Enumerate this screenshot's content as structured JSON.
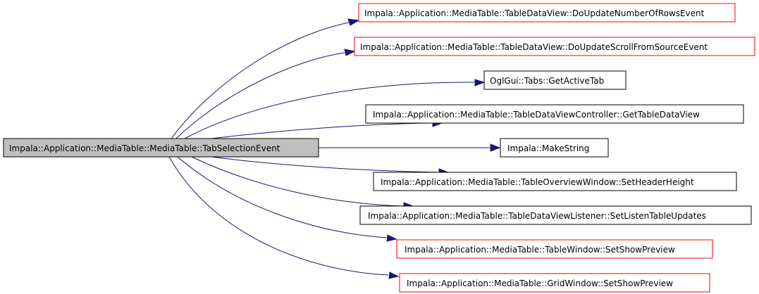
{
  "colors": {
    "source_fill": "#bfbfbf",
    "source_border": "#000000",
    "node_fill": "#ffffff",
    "documented_border": "#000000",
    "undocumented_border": "#ff0000",
    "edge": "#191970"
  },
  "graph": {
    "source": {
      "label": "Impala::Application::MediaTable::MediaTable::TabSelectionEvent"
    },
    "targets": [
      {
        "label": "Impala::Application::MediaTable::TableDataView::DoUpdateNumberOfRowsEvent",
        "documented": false
      },
      {
        "label": "Impala::Application::MediaTable::TableDataView::DoUpdateScrollFromSourceEvent",
        "documented": false
      },
      {
        "label": "OglGui::Tabs::GetActiveTab",
        "documented": true
      },
      {
        "label": "Impala::Application::MediaTable::TableDataViewController::GetTableDataView",
        "documented": true
      },
      {
        "label": "Impala::MakeString",
        "documented": true
      },
      {
        "label": "Impala::Application::MediaTable::TableOverviewWindow::SetHeaderHeight",
        "documented": true
      },
      {
        "label": "Impala::Application::MediaTable::TableDataViewListener::SetListenTableUpdates",
        "documented": true
      },
      {
        "label": "Impala::Application::MediaTable::TableWindow::SetShowPreview",
        "documented": false
      },
      {
        "label": "Impala::Application::MediaTable::GridWindow::SetShowPreview",
        "documented": false
      }
    ]
  }
}
